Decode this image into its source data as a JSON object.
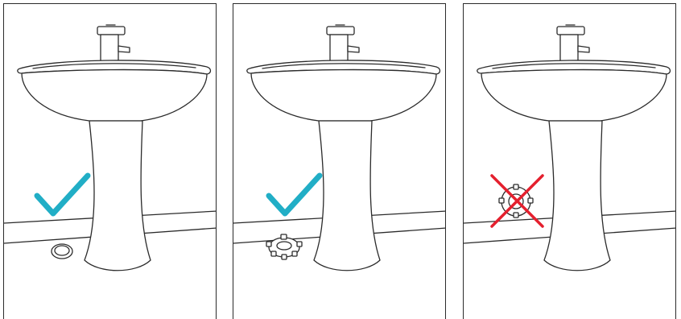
{
  "panels": [
    {
      "name": "panel-1",
      "mark": "check-mark",
      "accessory": "round-floor-cover"
    },
    {
      "name": "panel-2",
      "mark": "check-mark",
      "accessory": "spoked-floor-flange"
    },
    {
      "name": "panel-3",
      "mark": "cross-mark",
      "accessory": "spoked-flange-on-wall"
    }
  ],
  "colors": {
    "outline": "#2b2b2b",
    "check": "#21aec6",
    "cross": "#e4202e",
    "background": "#ffffff"
  }
}
